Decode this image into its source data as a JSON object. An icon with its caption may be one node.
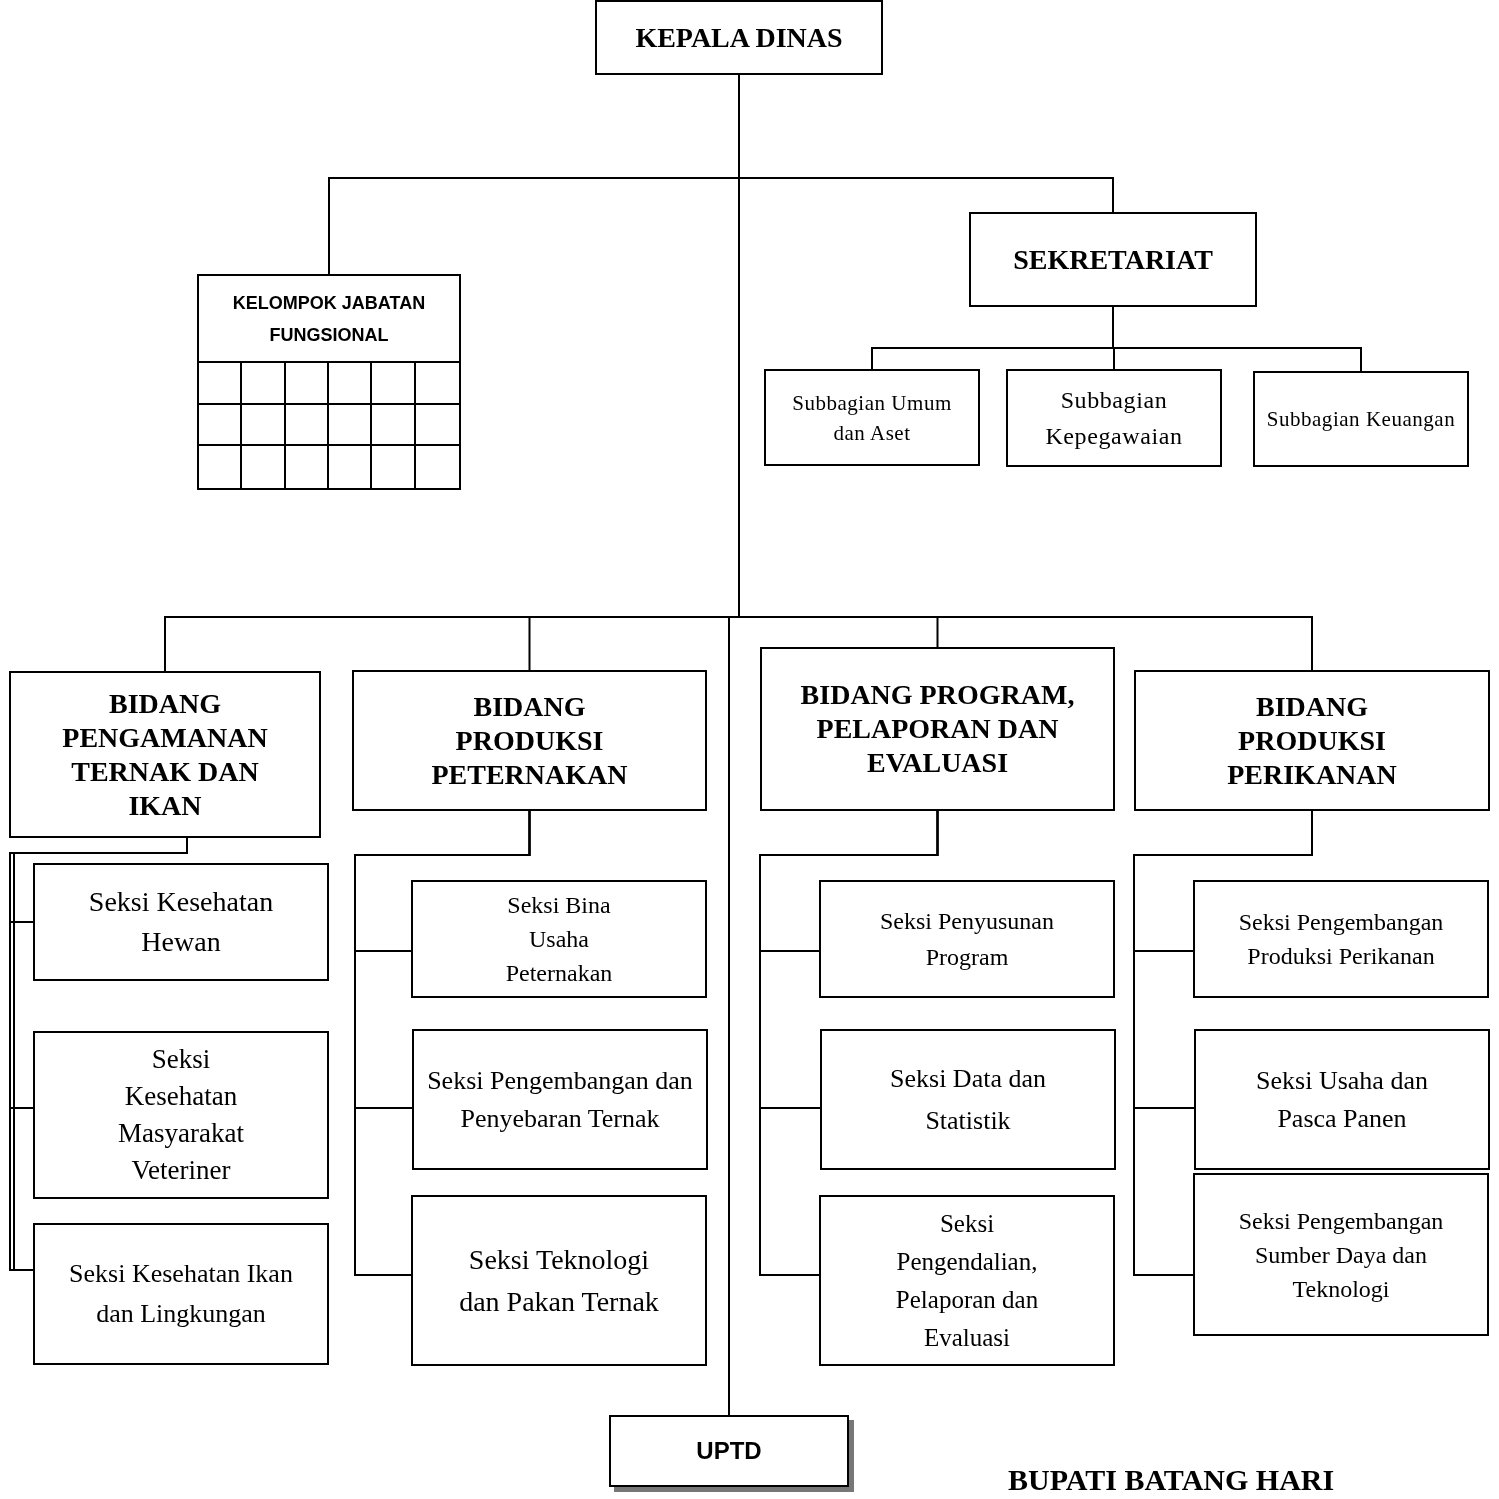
{
  "diagram": {
    "nodes": [
      {
        "text": [
          "KEPALA DINAS"
        ]
      },
      {
        "text": [
          "KELOMPOK JABATAN FUNGSIONAL"
        ]
      },
      {
        "text": [
          "SEKRETARIAT"
        ]
      },
      {
        "text": [
          "Subbagian Umum dan Aset"
        ]
      },
      {
        "text": [
          "Subbagian Kepegawaian"
        ]
      },
      {
        "text": [
          "Subbagian Keuangan"
        ]
      },
      {
        "text": [
          "BIDANG PENGAMANAN TERNAK DAN IKAN"
        ]
      },
      {
        "text": [
          "BIDANG PRODUKSI PETERNAKAN"
        ]
      },
      {
        "text": [
          "BIDANG PROGRAM, PELAPORAN DAN EVALUASI"
        ]
      },
      {
        "text": [
          "BIDANG PRODUKSI PERIKANAN"
        ]
      },
      {
        "text": [
          "Seksi Kesehatan Hewan"
        ]
      },
      {
        "text": [
          "Seksi Kesehatan Masyarakat Veteriner"
        ]
      },
      {
        "text": [
          "Seksi Kesehatan Ikan dan Lingkungan"
        ]
      },
      {
        "text": [
          "Seksi Bina Usaha Peternakan"
        ]
      },
      {
        "text": [
          "Seksi Pengembangan dan Penyebaran Ternak"
        ]
      },
      {
        "text": [
          "Seksi Teknologi dan Pakan Ternak"
        ]
      },
      {
        "text": [
          "Seksi Penyusunan Program"
        ]
      },
      {
        "text": [
          "Seksi Data dan Statistik"
        ]
      },
      {
        "text": [
          "Seksi Pengendalian, Pelaporan dan Evaluasi"
        ]
      },
      {
        "text": [
          "Seksi Pengembangan Produksi Perikanan"
        ]
      },
      {
        "text": [
          "Seksi Usaha dan Pasca Panen"
        ]
      },
      {
        "text": [
          "Seksi Pengembangan Sumber Daya dan Teknologi"
        ]
      },
      {
        "text": [
          "UPTD"
        ]
      }
    ],
    "edges": [
      {
        "from": 0,
        "to": 1,
        "arrow": "none"
      },
      {
        "from": 0,
        "to": 2,
        "arrow": "none"
      },
      {
        "from": 2,
        "to": 3,
        "arrow": "none"
      },
      {
        "from": 2,
        "to": 4,
        "arrow": "none"
      },
      {
        "from": 2,
        "to": 5,
        "arrow": "none"
      },
      {
        "from": 0,
        "to": 6,
        "arrow": "none"
      },
      {
        "from": 0,
        "to": 7,
        "arrow": "none"
      },
      {
        "from": 0,
        "to": 8,
        "arrow": "none"
      },
      {
        "from": 0,
        "to": 9,
        "arrow": "none"
      },
      {
        "from": 0,
        "to": 22,
        "arrow": "none"
      },
      {
        "from": 6,
        "to": 10,
        "arrow": "none"
      },
      {
        "from": 6,
        "to": 11,
        "arrow": "none"
      },
      {
        "from": 6,
        "to": 12,
        "arrow": "none"
      },
      {
        "from": 7,
        "to": 13,
        "arrow": "none"
      },
      {
        "from": 7,
        "to": 14,
        "arrow": "none"
      },
      {
        "from": 7,
        "to": 15,
        "arrow": "none"
      },
      {
        "from": 8,
        "to": 16,
        "arrow": "none"
      },
      {
        "from": 8,
        "to": 17,
        "arrow": "none"
      },
      {
        "from": 8,
        "to": 18,
        "arrow": "none"
      },
      {
        "from": 9,
        "to": 19,
        "arrow": "none"
      },
      {
        "from": 9,
        "to": 20,
        "arrow": "none"
      },
      {
        "from": 9,
        "to": 21,
        "arrow": "none"
      }
    ],
    "labels": [
      "BUPATI BATANG HARI"
    ]
  }
}
